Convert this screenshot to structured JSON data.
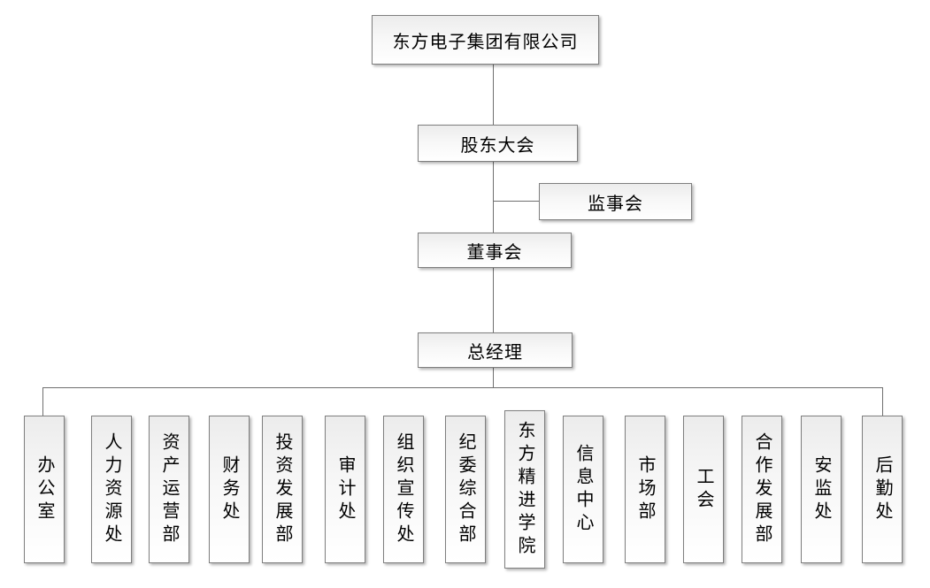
{
  "chart": {
    "type": "org-chart",
    "company": "东方电子集团有限公司",
    "levels": {
      "shareholders_meeting": "股东大会",
      "supervisory_board": "监事会",
      "board_of_directors": "董事会",
      "general_manager": "总经理"
    },
    "departments": [
      {
        "label": "办公室"
      },
      {
        "label": "人力资源处"
      },
      {
        "label": "资产运营部"
      },
      {
        "label": "财务处"
      },
      {
        "label": "投资发展部"
      },
      {
        "label": "审计处"
      },
      {
        "label": "组织宣传处"
      },
      {
        "label": "纪委综合部"
      },
      {
        "label": "东方精进学院"
      },
      {
        "label": "信息中心"
      },
      {
        "label": "市场部"
      },
      {
        "label": "工会"
      },
      {
        "label": "合作发展部"
      },
      {
        "label": "安监处"
      },
      {
        "label": "后勤处"
      }
    ],
    "colors": {
      "box_border": "#7f7f7f",
      "box_fill_top": "#ececec",
      "box_fill_bottom": "#ffffff",
      "connector": "#6f6f6f",
      "background": "#ffffff",
      "text": "#000000"
    }
  }
}
